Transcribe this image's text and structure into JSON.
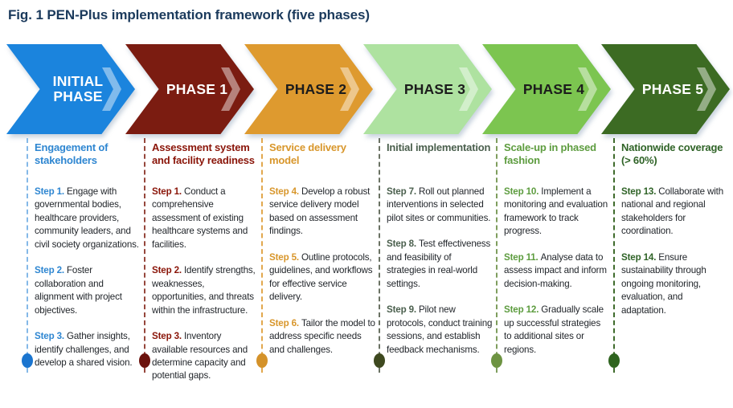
{
  "figure_title": "Fig. 1 PEN-Plus implementation framework (five phases)",
  "colors": {
    "title_text": "#1b3a5c",
    "body_text": "#22262b",
    "background": "#ffffff"
  },
  "phases": [
    {
      "arrow_label": "INITIAL PHASE",
      "arrow_color": "#1b84dd",
      "arrow_label_color": "#ffffff",
      "accent_color": "#2e86d1",
      "dot_color": "#1b75cf",
      "heading": "Engagement of stakeholders",
      "steps": [
        {
          "label": "Step 1.",
          "text": "Engage with governmental bodies, healthcare providers, community leaders, and civil society organizations."
        },
        {
          "label": "Step 2.",
          "text": "Foster collaboration and alignment with project objectives."
        },
        {
          "label": "Step 3.",
          "text": "Gather insights, identify challenges, and develop a shared vision."
        }
      ]
    },
    {
      "arrow_label": "PHASE 1",
      "arrow_color": "#7b1c11",
      "arrow_label_color": "#ffffff",
      "accent_color": "#8a1509",
      "dot_color": "#6b120c",
      "heading": "Assessment system and facility readiness",
      "steps": [
        {
          "label": "Step 1.",
          "text": "Conduct a comprehensive assessment of existing healthcare systems and facilities."
        },
        {
          "label": "Step 2.",
          "text": "Identify strengths, weaknesses, opportunities, and threats within the infrastructure."
        },
        {
          "label": "Step 3.",
          "text": "Inventory available resources and determine capacity and potential gaps."
        }
      ]
    },
    {
      "arrow_label": "PHASE 2",
      "arrow_color": "#de9a2f",
      "arrow_label_color": "#1c1c1c",
      "accent_color": "#d8962b",
      "dot_color": "#d4922a",
      "heading": "Service delivery model",
      "steps": [
        {
          "label": "Step 4.",
          "text": "Develop a robust service delivery model based on assessment findings."
        },
        {
          "label": "Step 5.",
          "text": "Outline protocols, guidelines, and workflows for effective service delivery."
        },
        {
          "label": "Step 6.",
          "text": "Tailor the model to address specific needs and challenges."
        }
      ]
    },
    {
      "arrow_label": "PHASE 3",
      "arrow_color": "#aee2a0",
      "arrow_label_color": "#1c1c1c",
      "accent_color": "#4a5f4d",
      "dot_color": "#3e491f",
      "heading": "Initial implementation",
      "steps": [
        {
          "label": "Step 7.",
          "text": "Roll out planned interventions in selected pilot sites or communities."
        },
        {
          "label": "Step 8.",
          "text": "Test effectiveness and feasibility of strategies in real-world settings."
        },
        {
          "label": "Step 9.",
          "text": "Pilot new protocols, conduct training sessions, and establish feedback mechanisms."
        }
      ]
    },
    {
      "arrow_label": "PHASE 4",
      "arrow_color": "#7cc550",
      "arrow_label_color": "#1c1c1c",
      "accent_color": "#5d9c3f",
      "dot_color": "#6d9342",
      "heading": "Scale-up in phased fashion",
      "steps": [
        {
          "label": "Step 10.",
          "text": "Implement a monitoring and evaluation framework to track progress."
        },
        {
          "label": "Step 11.",
          "text": "Analyse data to assess impact and inform decision-making."
        },
        {
          "label": "Step 12.",
          "text": "Gradually scale up successful strategies to additional sites or regions."
        }
      ]
    },
    {
      "arrow_label": "PHASE 5",
      "arrow_color": "#3c6b23",
      "arrow_label_color": "#ffffff",
      "accent_color": "#2f6327",
      "dot_color": "#2f641f",
      "heading": "Nationwide coverage (> 60%)",
      "steps": [
        {
          "label": "Step 13.",
          "text": "Collaborate with national and regional stakeholders for coordination."
        },
        {
          "label": "Step 14.",
          "text": "Ensure sustainability through ongoing monitoring, evaluation, and adaptation."
        }
      ]
    }
  ]
}
